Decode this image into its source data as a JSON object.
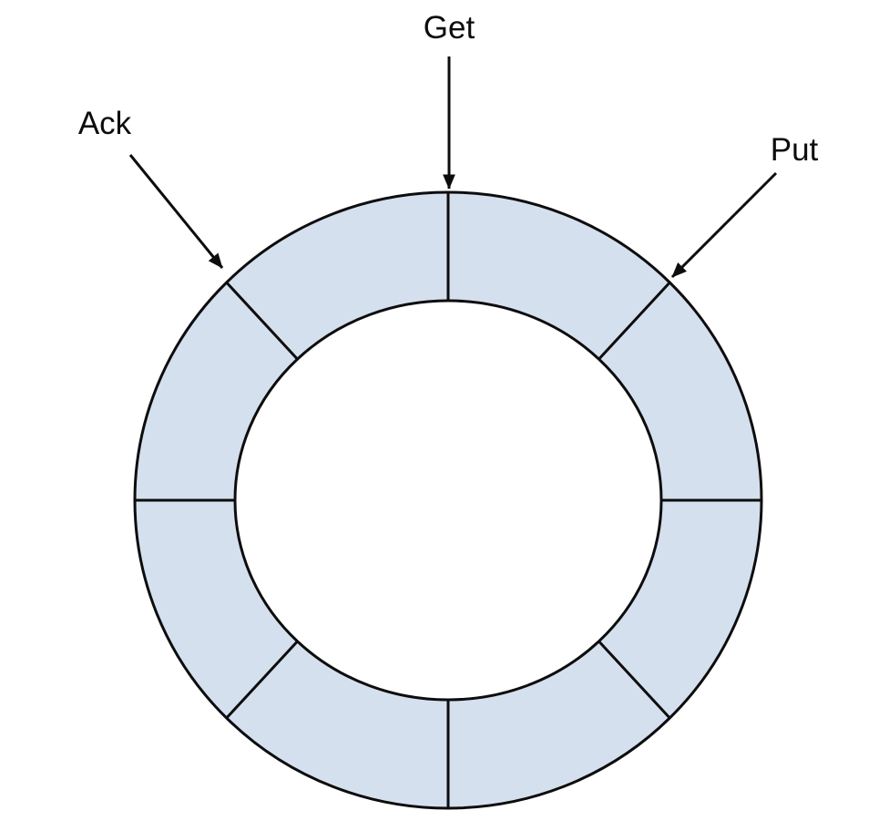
{
  "diagram": {
    "type": "ring-buffer",
    "background_color": "#ffffff",
    "ring": {
      "segment_count": 8,
      "segment_fill_color": "#d5e0ef",
      "outline_color": "#0d0d0d",
      "center_fill_color": "#ffffff"
    },
    "pointers": [
      {
        "label": "Get",
        "position": "top"
      },
      {
        "label": "Ack",
        "position": "upper-left"
      },
      {
        "label": "Put",
        "position": "upper-right"
      }
    ]
  }
}
